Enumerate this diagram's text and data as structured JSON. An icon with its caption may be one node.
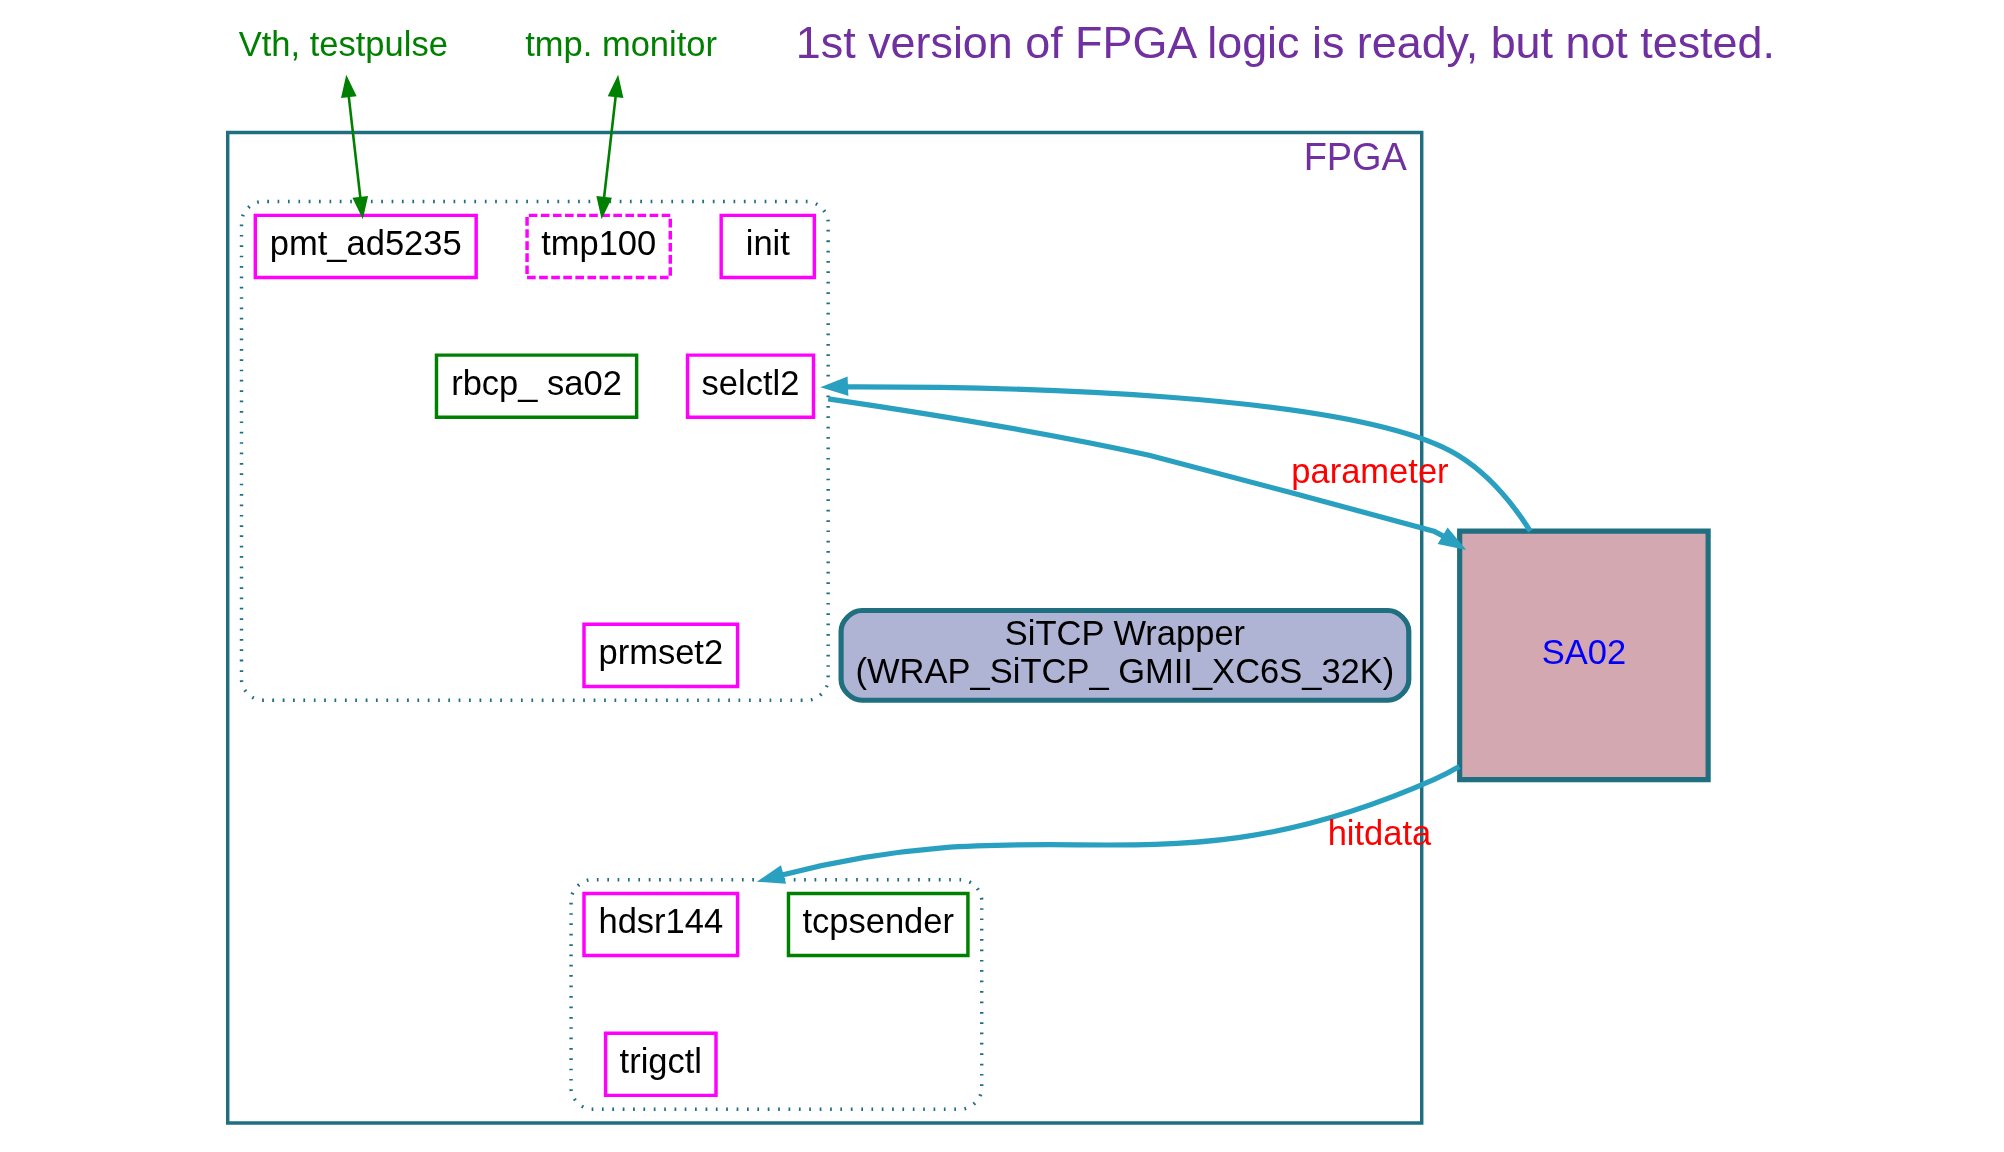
{
  "diagram": {
    "nodes": [
      {
        "text": [
          "tmp. monitor"
        ]
      },
      {
        "text": [
          "Vth, testpulse"
        ]
      },
      {
        "text": [
          "FPGA"
        ]
      },
      {
        "text": [],
        "shape": "box",
        "in": 2
      },
      {
        "text": [
          "tmp100"
        ],
        "in": 3
      },
      {
        "text": [
          "pmt_ad5235"
        ],
        "in": 3
      },
      {
        "text": [
          "init"
        ],
        "in": 3
      },
      {
        "text": [
          "selctl2"
        ],
        "in": 3
      },
      {
        "text": [
          "rbcp_ sa02"
        ],
        "in": 3
      },
      {
        "text": [
          "prmset2"
        ],
        "in": 3
      },
      {
        "text": [
          "SiTCP Wrapper",
          "(WRAP_SiTCP_ GMII_XC6S_32K)"
        ],
        "in": 2
      },
      {
        "text": [],
        "shape": "box",
        "in": 2
      },
      {
        "text": [
          "tcpsender"
        ],
        "in": 11
      },
      {
        "text": [
          "hdsr144"
        ],
        "in": 11
      },
      {
        "text": [
          "trigctl"
        ],
        "in": 11
      },
      {
        "text": [
          "SA02"
        ]
      }
    ],
    "edges": [
      {
        "from": 0,
        "to": 4,
        "arrow": "both",
        "color": "#008000"
      },
      {
        "from": 1,
        "to": 5,
        "arrow": "both",
        "color": "#008000"
      },
      {
        "from": 3,
        "to": 15,
        "arrow": "to",
        "label": "parameter"
      },
      {
        "from": 15,
        "to": 3,
        "arrow": "to"
      },
      {
        "from": 15,
        "to": 11,
        "arrow": "to",
        "label": "hitdata"
      }
    ],
    "labels": [
      "1st version of FPGA logic is ready, but not tested."
    ]
  }
}
